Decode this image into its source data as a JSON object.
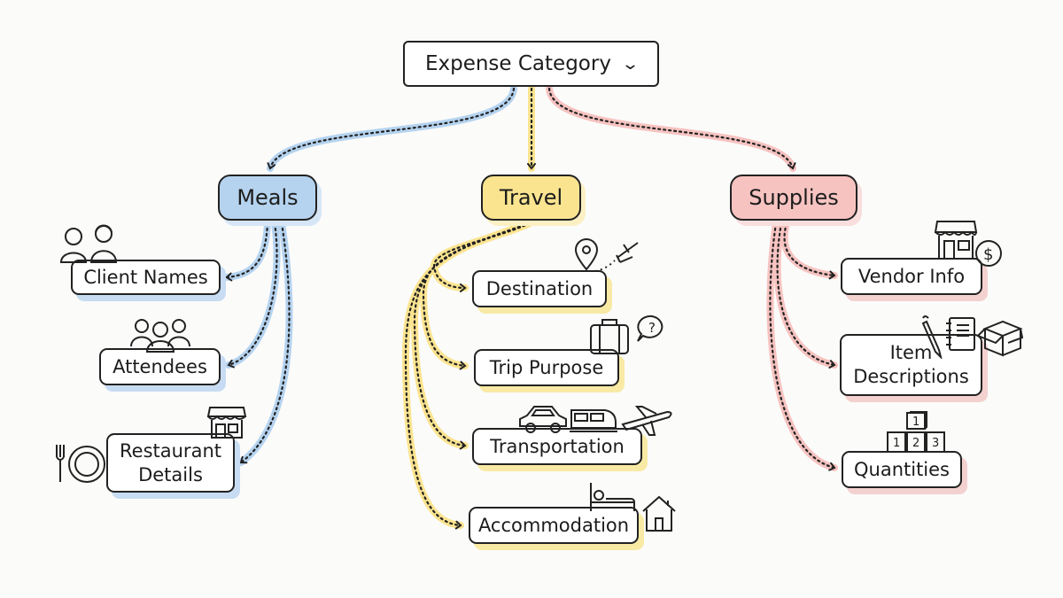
{
  "root": {
    "label": "Expense Category"
  },
  "categories": [
    {
      "label": "Meals",
      "color": "#b5d3ef",
      "items": [
        "Client Names",
        "Attendees",
        "Restaurant\nDetails"
      ]
    },
    {
      "label": "Travel",
      "color": "#fbe490",
      "items": [
        "Destination",
        "Trip Purpose",
        "Transportation",
        "Accommodation"
      ]
    },
    {
      "label": "Supplies",
      "color": "#f6c3c0",
      "items": [
        "Vendor Info",
        "Item\nDescriptions",
        "Quantities"
      ]
    }
  ],
  "icons": {
    "client_names": "people-icon",
    "attendees": "group-icon",
    "restaurant_details": [
      "fork-plate-icon",
      "storefront-icon"
    ],
    "destination": [
      "location-pin-icon",
      "airplane-icon"
    ],
    "trip_purpose": [
      "suitcase-icon",
      "question-bubble-icon"
    ],
    "transportation": [
      "car-icon",
      "train-icon",
      "airplane-icon"
    ],
    "accommodation": [
      "bed-icon",
      "house-icon"
    ],
    "vendor_info": [
      "storefront-icon",
      "dollar-coin-icon"
    ],
    "item_descriptions": [
      "pen-icon",
      "notebook-icon",
      "box-icon"
    ],
    "quantities": "numbered-blocks-icon",
    "block_numbers": [
      "1",
      "1",
      "2",
      "3"
    ]
  }
}
